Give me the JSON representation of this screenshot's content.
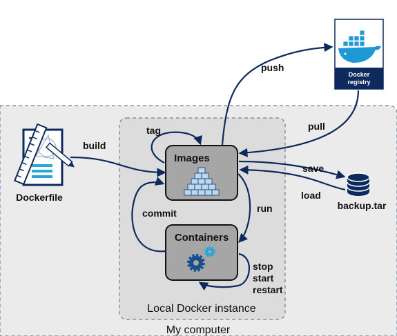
{
  "nodes": {
    "dockerfile": "Dockerfile",
    "images": "Images",
    "containers": "Containers",
    "registry_line1": "Docker",
    "registry_line2": "registry",
    "backup": "backup.tar"
  },
  "regions": {
    "local_instance": "Local Docker instance",
    "my_computer": "My computer"
  },
  "edges": {
    "build": "build",
    "tag": "tag",
    "push": "push",
    "pull": "pull",
    "save": "save",
    "load": "load",
    "run": "run",
    "commit": "commit",
    "stop": "stop",
    "start": "start",
    "restart": "restart"
  },
  "colors": {
    "arrow": "#0d2a5c",
    "registry_bar": "#0d2a5c",
    "node_fill": "#a6a6a6",
    "outer_region": "#ebebeb",
    "inner_region": "#dcdcdc",
    "cube_blue": "#b9d9f2",
    "gear_dark": "#1a4f8f",
    "gear_light": "#29a6d8",
    "whale": "#1d9ad6"
  }
}
